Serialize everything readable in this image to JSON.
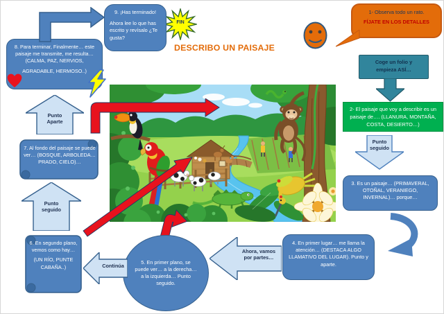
{
  "title": "DESCRIBO UN PAISAJE",
  "fin": "FIN",
  "step1": {
    "l1": "1-  Observa todo un rato.",
    "l2": "FÍJATE EN LOS DETALLES"
  },
  "start_note": "Coge un folio y empieza ASÍ…",
  "step2": "2- El paisaje que voy a describir es un paisaje de…. (LLANURA, MONTAÑA, COSTA, DESIERTO…)",
  "step3": "3. Es un paisaje… (PRIMAVERAL, OTOÑAL, VERANIEGO, INVERNAL)… porque…",
  "step4": "4. En primer lugar… me llama la atención… (DESTACA ALGO LLAMATIVO DEL LUGAR). Punto y aparte.",
  "step5": "5. En primer plano, se puede ver… a la derecha… a la izquierda… Punto seguido.",
  "step6": {
    "main": "6. En segundo plano, vemos como hay…",
    "note": "(UN RÍO, PUNTE CABAÑA..)"
  },
  "step7": "7. Al fondo del paisaje se puede ver… (BOSQUE, ARBOLEDA… PRADO, CIELO)…",
  "step8": {
    "main": "8. Para terminar, Finalmente… este paisaje me transmite, me resulta… (CALMA, PAZ, NERVIOS,",
    "note": "AGRADABLE, HERMOSO..)"
  },
  "step9": {
    "title": "9. ¡Has terminado!",
    "body": "Ahora lee lo que has escrito y revísalo ¿Te gusta?"
  },
  "connectors": {
    "punto_aparte": "Punto Aparte",
    "punto_seguido_left": "Punto seguido",
    "punto_seguido_right": "Punto seguido",
    "continua": "Continúa",
    "ahora": "Ahora, vamos por partes…"
  },
  "colors": {
    "box_blue": "#4f81bd",
    "box_border": "#36618e",
    "pale_arrow": "#cfe2f4",
    "green": "#00b050",
    "teal": "#31859c",
    "orange": "#e36c0a",
    "title_orange": "#e36c0a",
    "warning_red_text": "#c00000",
    "red_arrow": "#e8121d",
    "star_yellow": "#ffff00"
  }
}
